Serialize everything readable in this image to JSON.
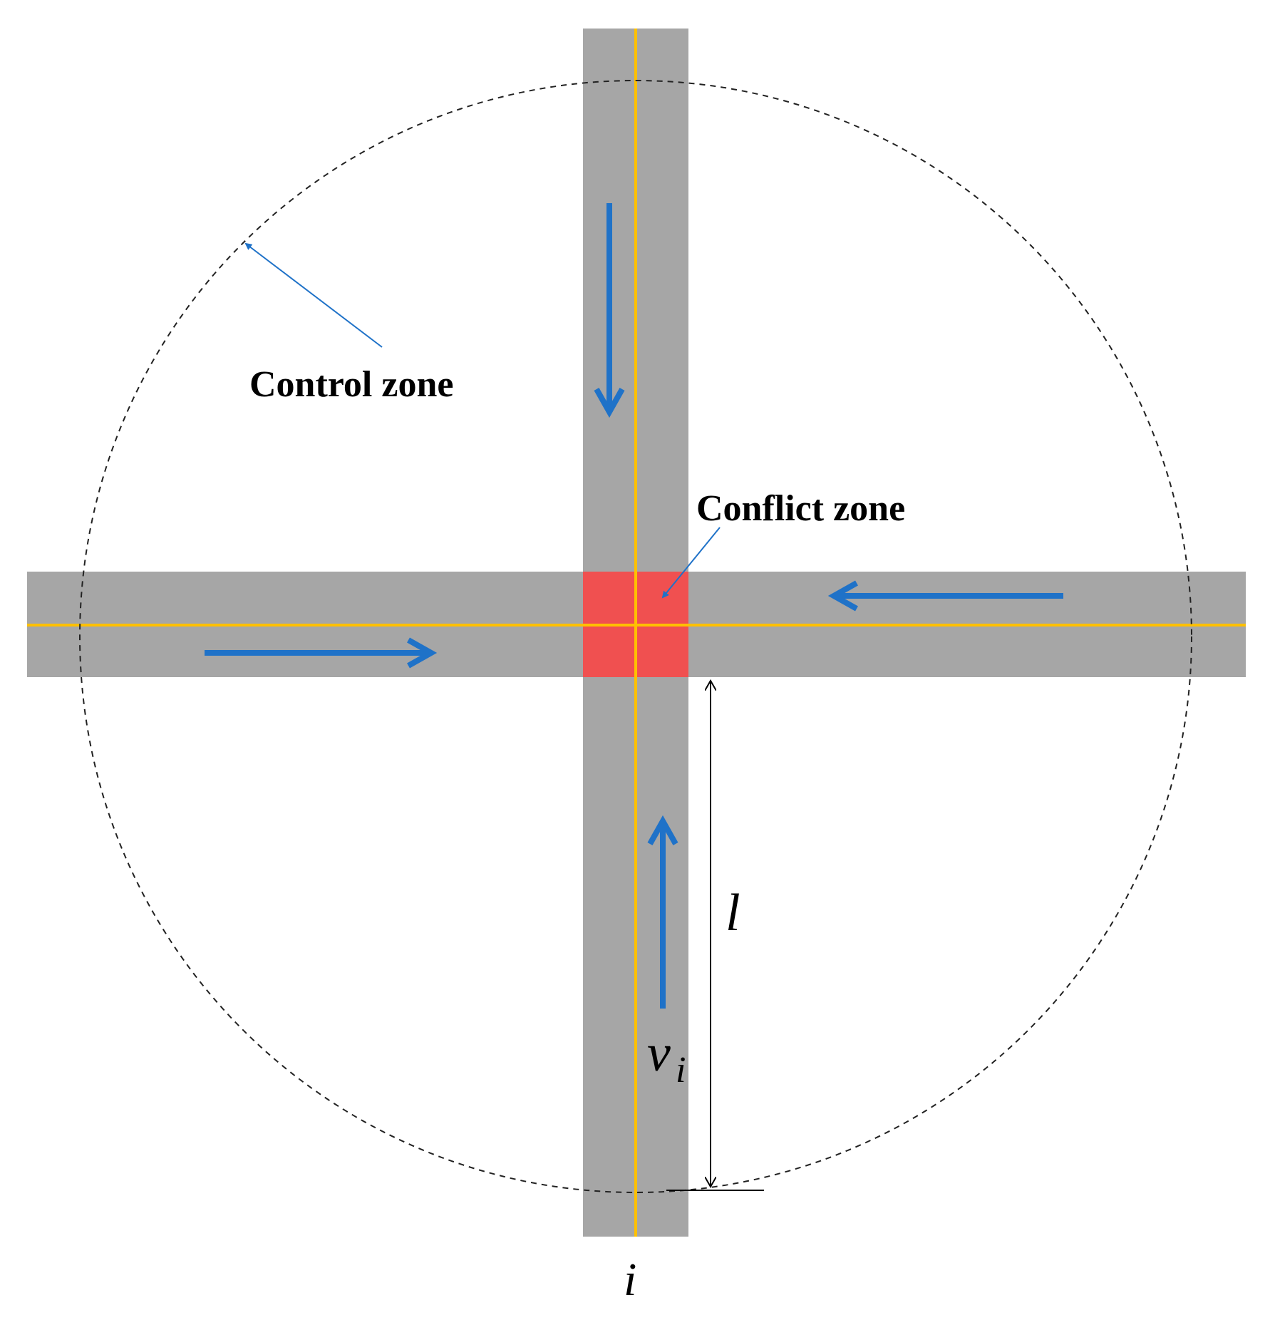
{
  "diagram": {
    "labels": {
      "control_zone": "Control zone",
      "conflict_zone": "Conflict zone",
      "distance_symbol": "l",
      "velocity_symbol": "v",
      "velocity_subscript": "i",
      "vehicle_index": "i"
    },
    "colors": {
      "road": "#a6a6a6",
      "center_line": "#ffc000",
      "conflict_zone": "#f05050",
      "arrow": "#1f72c8",
      "boundary": "#000000"
    }
  }
}
